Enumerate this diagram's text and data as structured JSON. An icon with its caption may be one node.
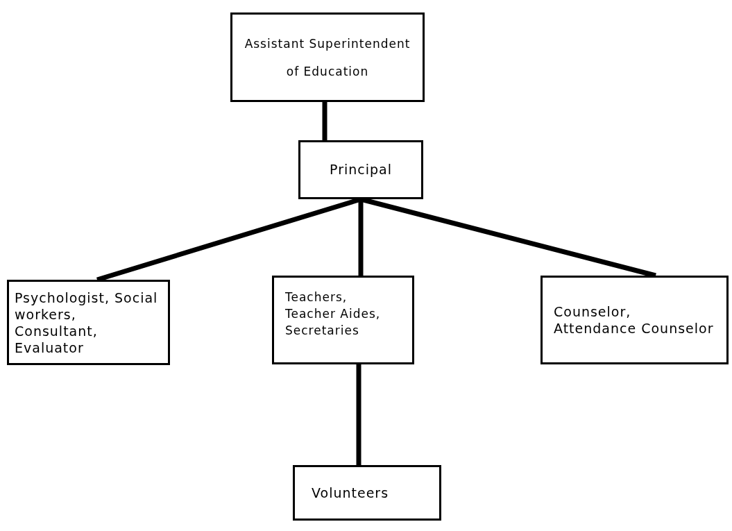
{
  "diagram": {
    "nodes": [
      {
        "text": [
          "Assistant Superintendent of Education"
        ]
      },
      {
        "text": [
          "Principal"
        ]
      },
      {
        "text": [
          "Psychologist, Social workers, Consultant, Evaluator"
        ]
      },
      {
        "text": [
          "Teachers, Teacher Aides, Secretaries"
        ]
      },
      {
        "text": [
          "Counselor, Attendance Counselor"
        ]
      },
      {
        "text": [
          "Volunteers"
        ]
      }
    ],
    "edges": [
      {
        "from": 0,
        "to": 1,
        "arrow": "none"
      },
      {
        "from": 1,
        "to": 2,
        "arrow": "none"
      },
      {
        "from": 1,
        "to": 3,
        "arrow": "none"
      },
      {
        "from": 1,
        "to": 4,
        "arrow": "none"
      },
      {
        "from": 3,
        "to": 5,
        "arrow": "none"
      }
    ]
  }
}
